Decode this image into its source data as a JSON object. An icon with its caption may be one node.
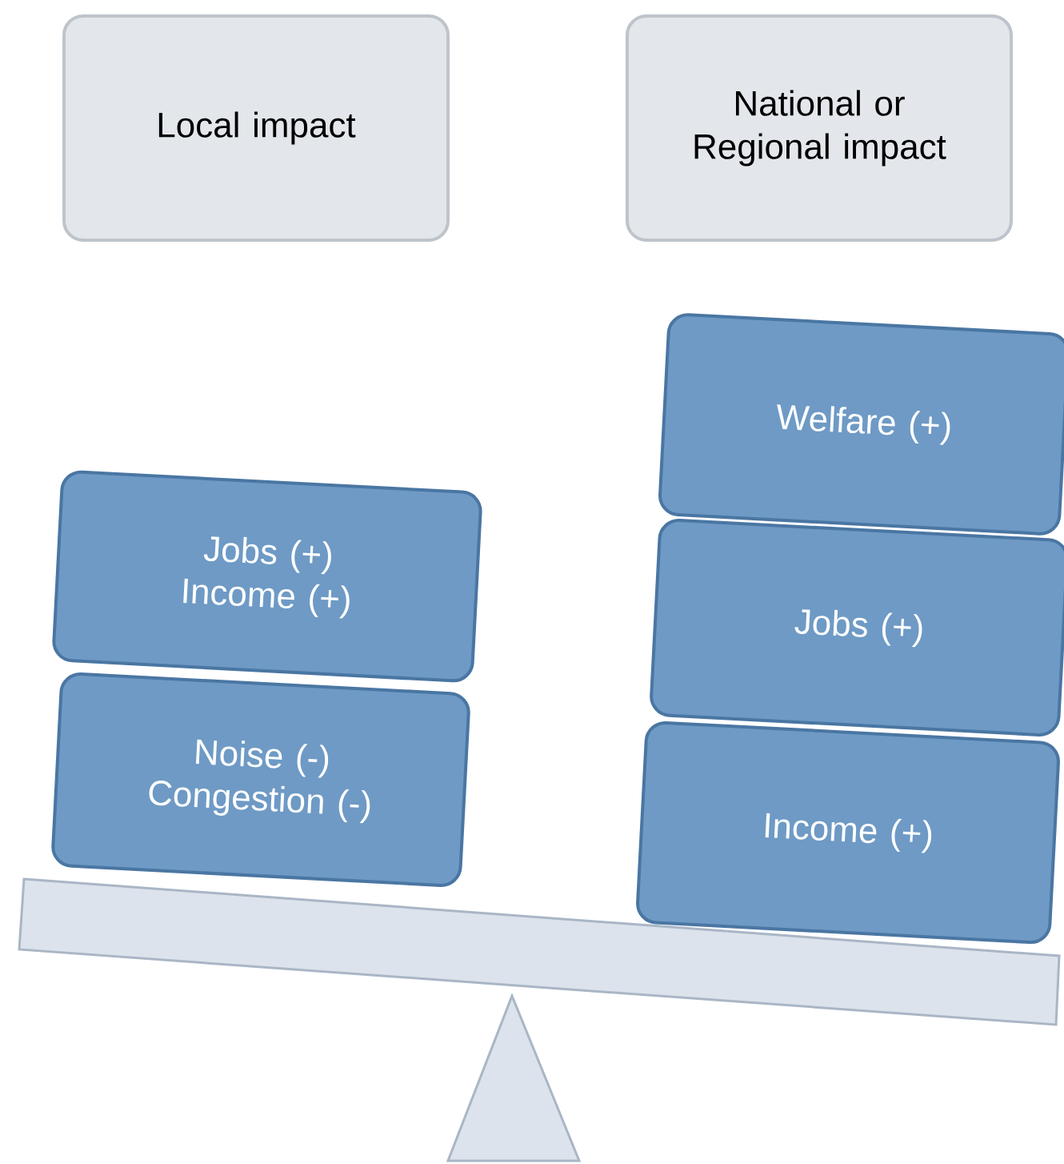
{
  "diagram": {
    "nodes": [
      {
        "text": [
          "Local impact"
        ]
      },
      {
        "text": [
          "National or Regional impact"
        ]
      },
      {
        "text": [
          "Jobs (+) Income (+)"
        ]
      },
      {
        "text": [
          "Noise (-) Congestion (-)"
        ]
      },
      {
        "text": [
          "Welfare (+)"
        ]
      },
      {
        "text": [
          "Jobs (+)"
        ]
      },
      {
        "text": [
          "Income (+)"
        ]
      }
    ]
  }
}
